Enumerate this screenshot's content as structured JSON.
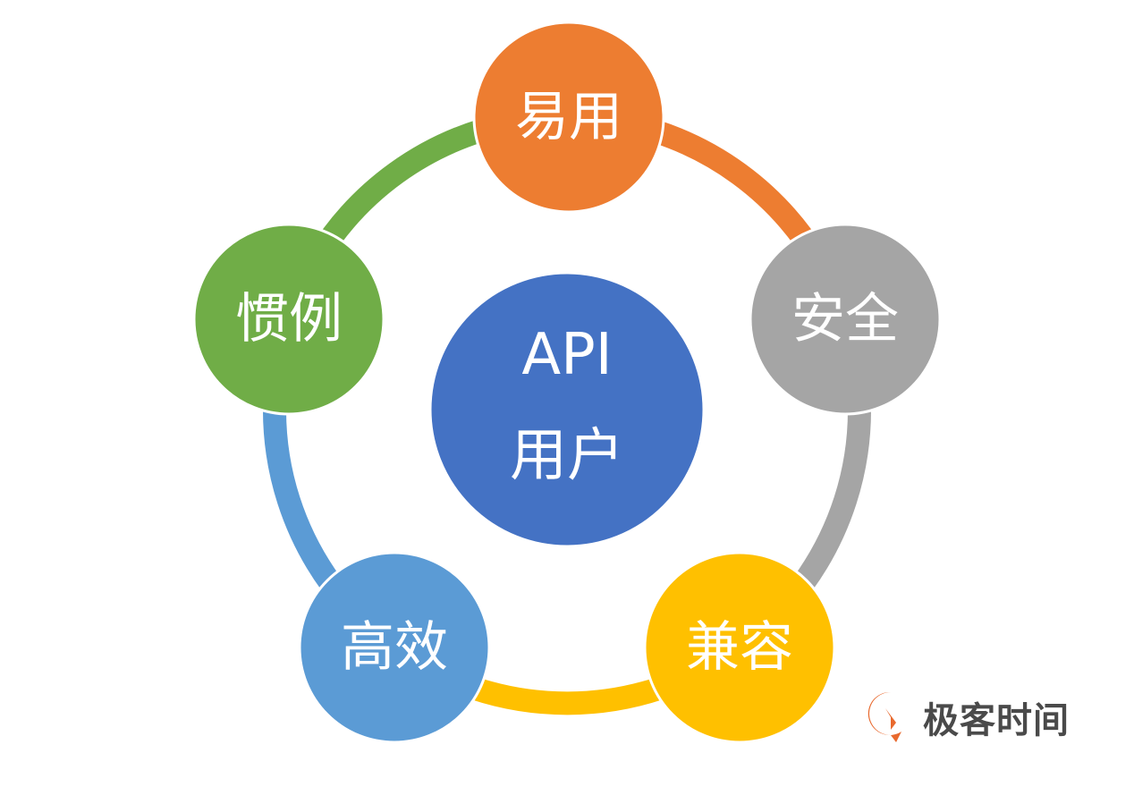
{
  "center": {
    "line1": "API",
    "line2": "用户",
    "color": "#4472C4"
  },
  "nodes": [
    {
      "id": "easy",
      "label": "易用",
      "color": "#ED7D31"
    },
    {
      "id": "secure",
      "label": "安全",
      "color": "#A5A5A5"
    },
    {
      "id": "compatible",
      "label": "兼容",
      "color": "#FFC000"
    },
    {
      "id": "efficient",
      "label": "高效",
      "color": "#5B9BD5"
    },
    {
      "id": "convention",
      "label": "惯例",
      "color": "#70AD47"
    }
  ],
  "logo": {
    "text": "极客时间",
    "mark_color": "#E8692E"
  }
}
